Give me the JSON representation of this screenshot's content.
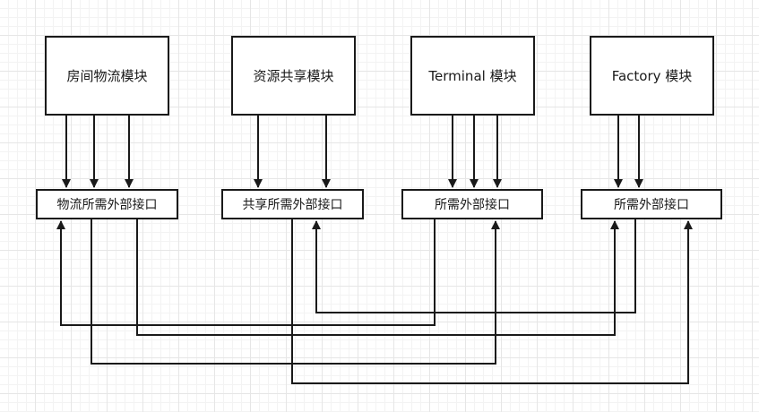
{
  "modules": [
    {
      "id": "m1",
      "label": "房间物流模块"
    },
    {
      "id": "m2",
      "label": "资源共享模块"
    },
    {
      "id": "m3",
      "label": "Terminal 模块"
    },
    {
      "id": "m4",
      "label": "Factory 模块"
    }
  ],
  "interfaces": [
    {
      "id": "i1",
      "label": "物流所需外部接口"
    },
    {
      "id": "i2",
      "label": "共享所需外部接口"
    },
    {
      "id": "i3",
      "label": "所需外部接口"
    },
    {
      "id": "i4",
      "label": "所需外部接口"
    }
  ],
  "colors": {
    "stroke": "#1a1a1a",
    "grid": "#e6e6e6",
    "background": "#ffffff"
  }
}
